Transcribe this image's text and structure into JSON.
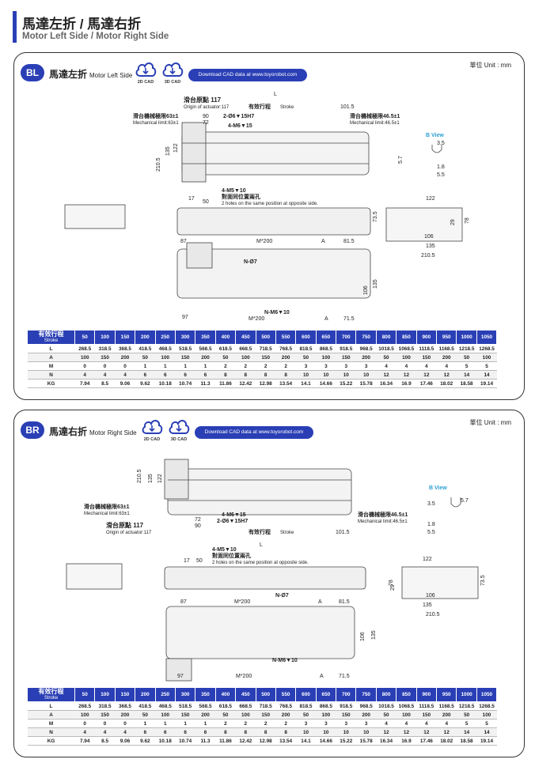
{
  "header": {
    "title_zh": "馬達左折 / 馬達右折",
    "title_en": "Motor Left Side / Motor Right Side"
  },
  "unit_label": "單位 Unit : mm",
  "download_label": "Download CAD data at www.toyorobot.com",
  "cad_2d": "2D CAD",
  "cad_3d": "3D CAD",
  "accent_color": "#2a3fb5",
  "panels": [
    {
      "badge": "BL",
      "title_zh": "馬達左折",
      "title_en": "Motor Left Side",
      "labels": {
        "origin_zh": "滑台原點 117",
        "origin_en": "Origin of actuator:117",
        "stroke": "有效行程",
        "stroke_en": "Stroke",
        "mech_left_zh": "滑台機械極限63±1",
        "mech_left_en": "Mechanical limit:63±1",
        "mech_right_zh": "滑台機械極限46.5±1",
        "mech_right_en": "Mechanical limit:46.5±1",
        "holes_zh": "4-M5▼10",
        "holes_zh2": "對面同位置兩孔",
        "holes_en": "2 holes on the same position at opposite side.",
        "bview": "B View",
        "dowel": "2-Ø6▼15H7",
        "m6": "4-M6▼15",
        "n7": "N-Ø7",
        "nm6": "N-M6▼10",
        "dims": [
          "L",
          "101.5",
          "90",
          "72",
          "210.5",
          "135",
          "122",
          "17",
          "50",
          "73.5",
          "87",
          "M*200",
          "A",
          "81.5",
          "106",
          "135",
          "97",
          "M*200",
          "A",
          "71.5",
          "122",
          "106",
          "135",
          "210.5",
          "29",
          "78",
          "3.5",
          "5.7",
          "1.8",
          "5.5"
        ]
      }
    },
    {
      "badge": "BR",
      "title_zh": "馬達右折",
      "title_en": "Motor Right Side",
      "labels": {
        "origin_zh": "滑台原點 117",
        "origin_en": "Origin of actuator:117",
        "stroke": "有效行程",
        "stroke_en": "Stroke",
        "mech_left_zh": "滑台機械極限63±1",
        "mech_left_en": "Mechanical limit:63±1",
        "mech_right_zh": "滑台機械極限46.5±1",
        "mech_right_en": "Mechanical limit:46.5±1",
        "holes_zh": "4-M5▼10",
        "holes_zh2": "對面同位置兩孔",
        "holes_en": "2 holes on the same position at opposite side.",
        "bview": "B View",
        "dowel": "2-Ø6▼15H7",
        "m6": "4-M6▼15",
        "n7": "N-Ø7",
        "nm6": "N-M6▼10",
        "dims": [
          "L",
          "101.5",
          "90",
          "72",
          "210.5",
          "135",
          "122",
          "17",
          "50",
          "78",
          "87",
          "M*200",
          "A",
          "81.5",
          "106",
          "135",
          "97",
          "M*200",
          "A",
          "71.5",
          "122",
          "106",
          "135",
          "210.5",
          "29",
          "73.5",
          "3.5",
          "5.7",
          "1.8",
          "5.5"
        ]
      }
    }
  ],
  "table": {
    "header_zh": "有效行程",
    "header_en": "Stroke",
    "strokes": [
      "50",
      "100",
      "150",
      "200",
      "250",
      "300",
      "350",
      "400",
      "450",
      "500",
      "550",
      "600",
      "650",
      "700",
      "750",
      "800",
      "850",
      "900",
      "950",
      "1000",
      "1050"
    ],
    "rows": [
      {
        "label": "L",
        "values": [
          "268.5",
          "318.5",
          "368.5",
          "418.5",
          "468.5",
          "518.5",
          "568.5",
          "618.5",
          "668.5",
          "718.5",
          "768.5",
          "818.5",
          "868.5",
          "918.5",
          "968.5",
          "1018.5",
          "1068.5",
          "1118.5",
          "1168.5",
          "1218.5",
          "1268.5"
        ]
      },
      {
        "label": "A",
        "values": [
          "100",
          "150",
          "200",
          "50",
          "100",
          "150",
          "200",
          "50",
          "100",
          "150",
          "200",
          "50",
          "100",
          "150",
          "200",
          "50",
          "100",
          "150",
          "200",
          "50",
          "100"
        ]
      },
      {
        "label": "M",
        "values": [
          "0",
          "0",
          "0",
          "1",
          "1",
          "1",
          "1",
          "2",
          "2",
          "2",
          "2",
          "3",
          "3",
          "3",
          "3",
          "4",
          "4",
          "4",
          "4",
          "5",
          "5"
        ]
      },
      {
        "label": "N",
        "values": [
          "4",
          "4",
          "4",
          "6",
          "6",
          "6",
          "6",
          "8",
          "8",
          "8",
          "8",
          "10",
          "10",
          "10",
          "10",
          "12",
          "12",
          "12",
          "12",
          "14",
          "14"
        ]
      },
      {
        "label": "KG",
        "values": [
          "7.94",
          "8.5",
          "9.06",
          "9.62",
          "10.18",
          "10.74",
          "11.3",
          "11.86",
          "12.42",
          "12.98",
          "13.54",
          "14.1",
          "14.66",
          "15.22",
          "15.78",
          "16.34",
          "16.9",
          "17.46",
          "18.02",
          "18.58",
          "19.14"
        ]
      }
    ]
  }
}
